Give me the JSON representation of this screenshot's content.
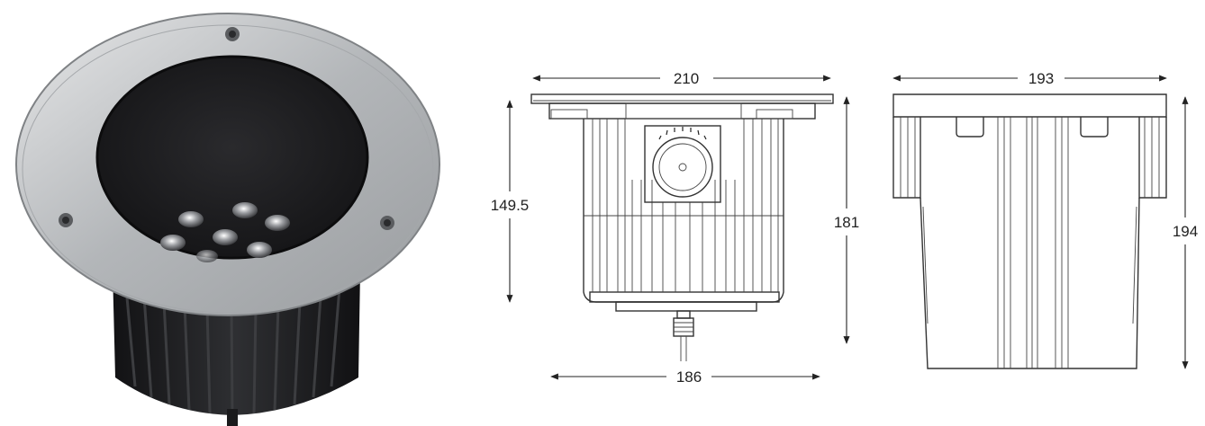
{
  "colors": {
    "ring_metal": "#b9bcbf",
    "ring_dark_edge": "#8e9194",
    "lens_dark": "#1b1b1d",
    "body_black": "#1e1e20",
    "line": "#333333",
    "background": "#ffffff"
  },
  "icons": [
    "screw-icon",
    "led-icon"
  ],
  "front_view": {
    "width_label": "210",
    "inner_height_label": "149.5",
    "total_height_label": "181",
    "base_width_label": "186"
  },
  "side_view": {
    "width_label": "193",
    "height_label": "194"
  }
}
